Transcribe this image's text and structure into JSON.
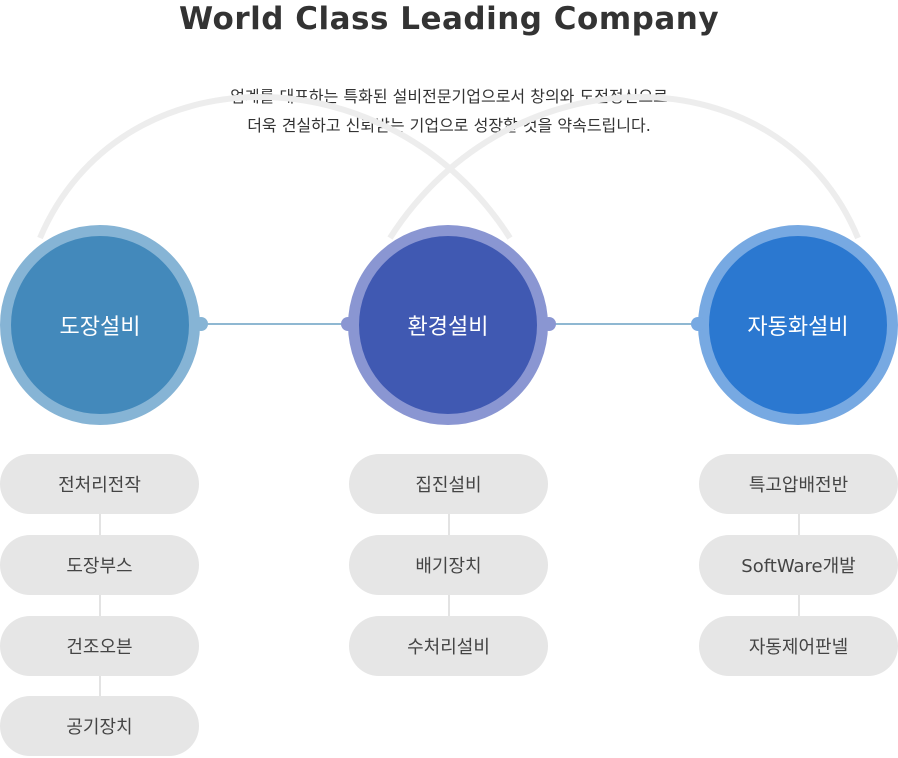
{
  "title": "World Class Leading Company",
  "intro": {
    "line1": "업계를 대표하는 특화된 설비전문기업으로서 창의와 도전정신으로",
    "line2": "더욱 견실하고 신뢰받는 기업으로 성장할 것을 약속드립니다."
  },
  "columns": [
    {
      "name": "도장설비",
      "items": [
        "전처리전작",
        "도장부스",
        "건조오븐",
        "공기장치"
      ]
    },
    {
      "name": "환경설비",
      "items": [
        "집진설비",
        "배기장치",
        "수처리설비"
      ]
    },
    {
      "name": "자동화설비",
      "items": [
        "특고압배전반",
        "SoftWare개발",
        "자동제어판넬"
      ]
    }
  ],
  "colors": {
    "col1_fill": "#4389bb",
    "col1_ring": "#86b4d5",
    "col2_fill": "#4059b2",
    "col2_ring": "#8a96d2",
    "col3_fill": "#2b78d0",
    "col3_ring": "#77a9e2",
    "connector": "#8fb8d2",
    "arc": "#ededed",
    "pill": "#e6e6e6"
  }
}
